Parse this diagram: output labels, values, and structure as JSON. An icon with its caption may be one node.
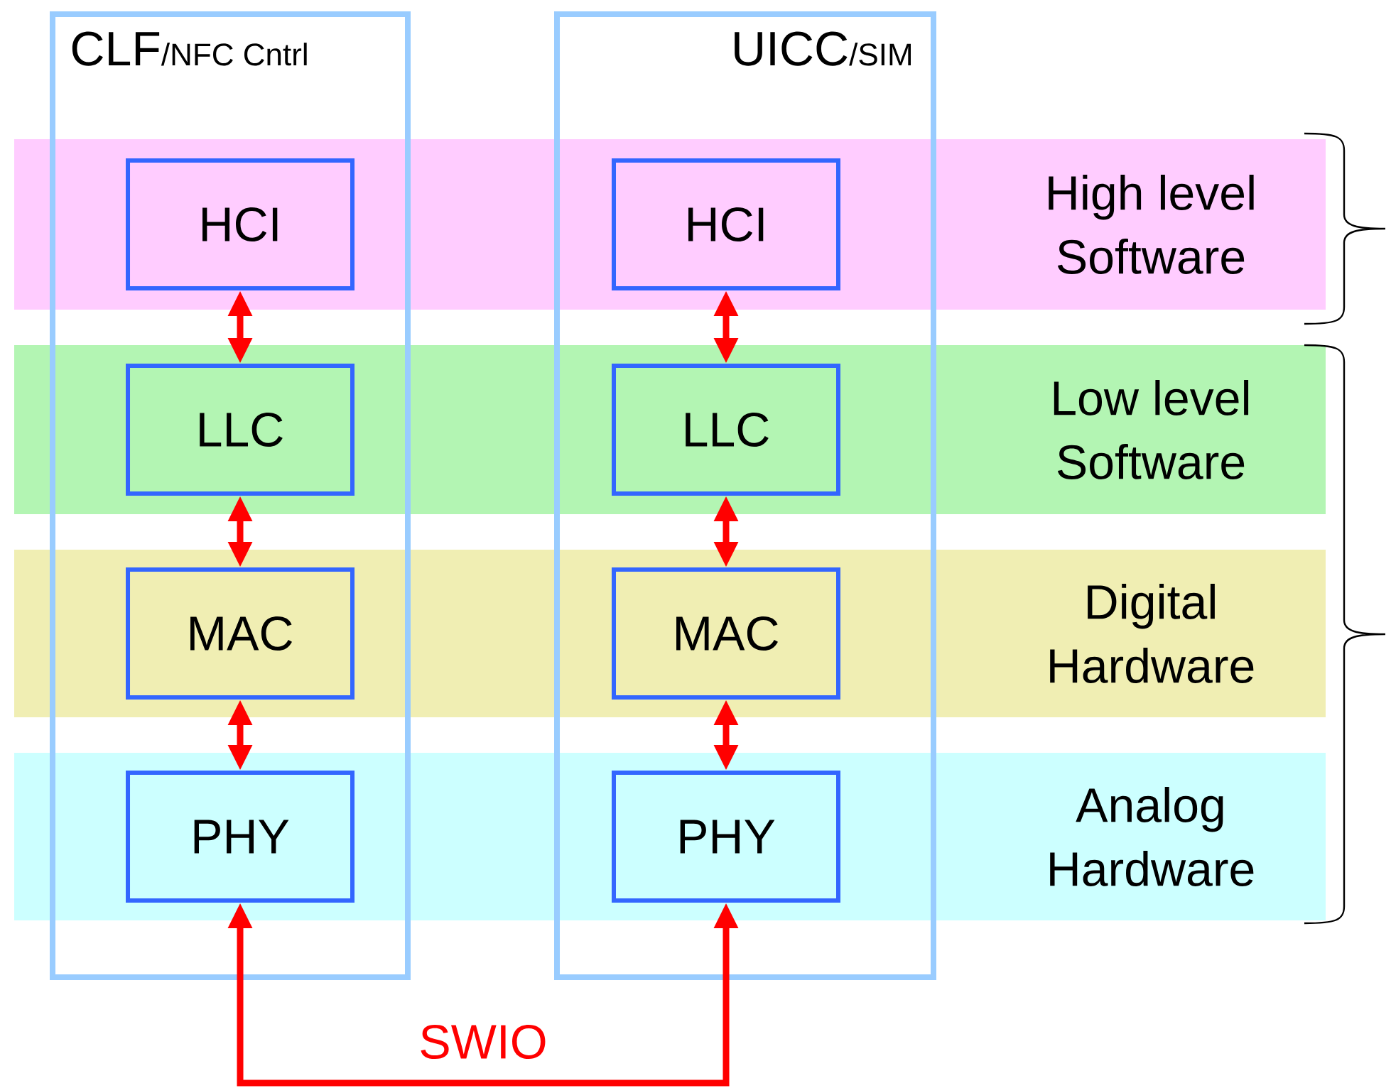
{
  "diagram": {
    "nodes": [
      {
        "text": [
          "CLF",
          "/NFC Cntrl"
        ]
      },
      {
        "text": [
          "UICC",
          "/SIM"
        ]
      },
      {
        "text": [
          "High level Software"
        ]
      },
      {
        "text": [
          "Low level Software"
        ]
      },
      {
        "text": [
          "Digital Hardware"
        ]
      },
      {
        "text": [
          "Analog Hardware"
        ]
      },
      {
        "text": [
          "HCI"
        ],
        "in": 2
      },
      {
        "text": [
          "LLC"
        ],
        "in": 3
      },
      {
        "text": [
          "MAC"
        ],
        "in": 4
      },
      {
        "text": [
          "PHY"
        ],
        "in": 5
      },
      {
        "text": [
          "HCI"
        ],
        "in": 2
      },
      {
        "text": [
          "LLC"
        ],
        "in": 3
      },
      {
        "text": [
          "MAC"
        ],
        "in": 4
      },
      {
        "text": [
          "PHY"
        ],
        "in": 5
      }
    ],
    "edges": [
      {
        "from": 6,
        "to": 7,
        "arrow": "both"
      },
      {
        "from": 7,
        "to": 8,
        "arrow": "both"
      },
      {
        "from": 8,
        "to": 9,
        "arrow": "both"
      },
      {
        "from": 10,
        "to": 11,
        "arrow": "both"
      },
      {
        "from": 11,
        "to": 12,
        "arrow": "both"
      },
      {
        "from": 12,
        "to": 13,
        "arrow": "both"
      },
      {
        "from": 9,
        "to": 13,
        "arrow": "both",
        "label": "SWIO"
      }
    ]
  }
}
